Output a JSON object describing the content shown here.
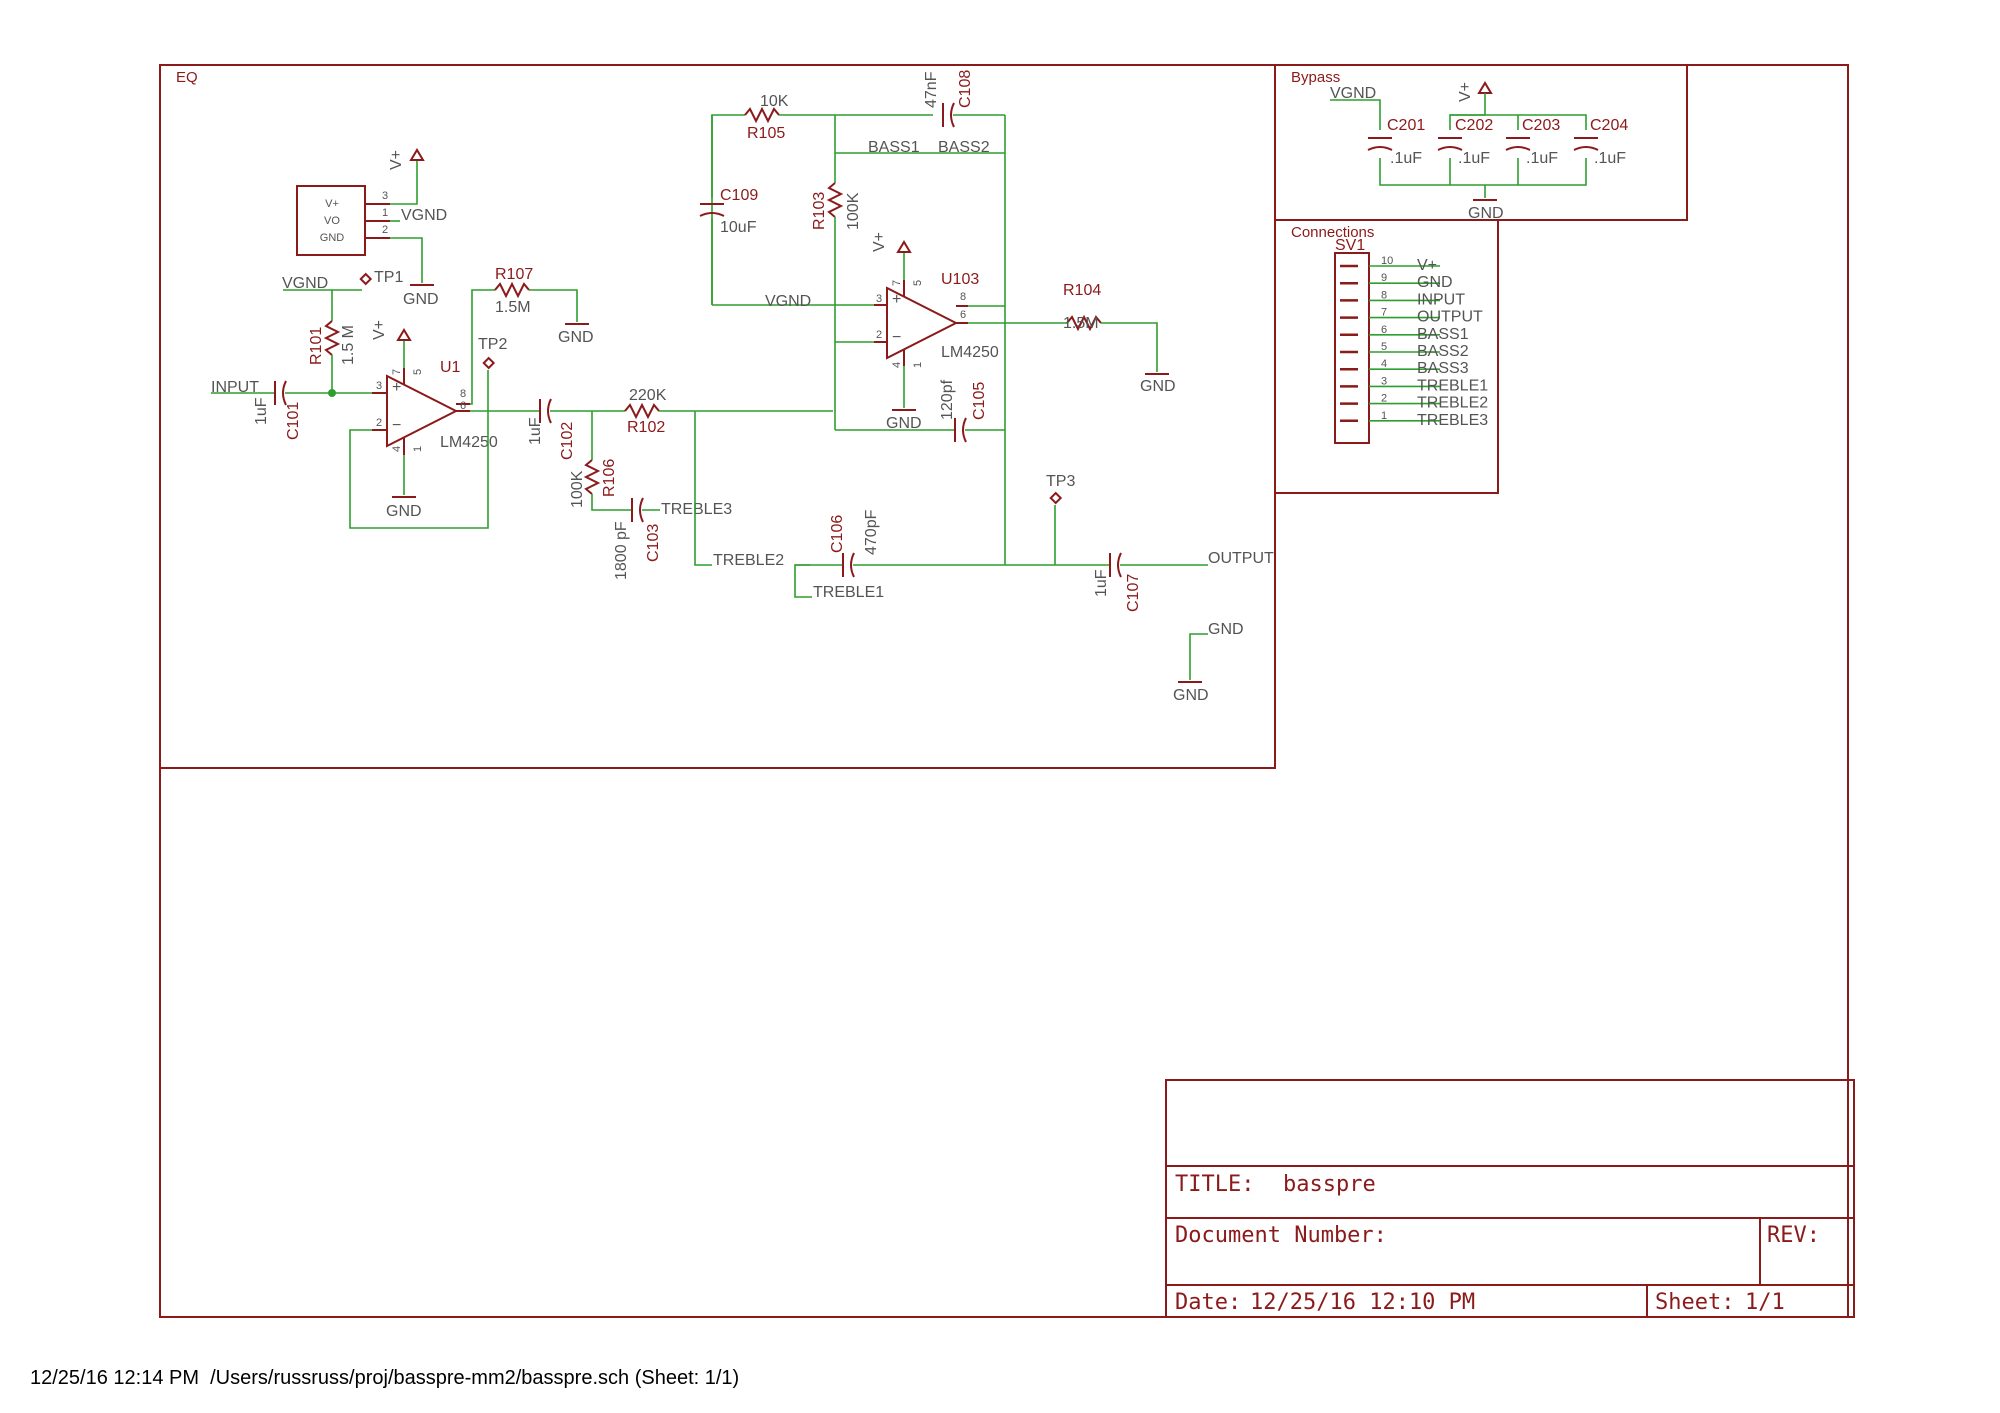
{
  "sections": {
    "eq": "EQ",
    "bypass": "Bypass",
    "connections": "Connections"
  },
  "power": {
    "regulator_pins": [
      "V+",
      "VO",
      "GND"
    ],
    "regulator_pin_numbers": [
      "3",
      "1",
      "2"
    ],
    "vgnd": "VGND",
    "vplus": "V+",
    "gnd": "GND"
  },
  "parts": {
    "tp1": "TP1",
    "tp2": "TP2",
    "tp3": "TP3",
    "r101": {
      "name": "R101",
      "value": "1.5 M"
    },
    "r107": {
      "name": "R107",
      "value": "1.5M"
    },
    "r102": {
      "name": "R102",
      "value": "220K"
    },
    "r103": {
      "name": "R103",
      "value": "100K"
    },
    "r104": {
      "name": "R104",
      "value": "1.5M"
    },
    "r105": {
      "name": "R105",
      "value": "10K"
    },
    "r106": {
      "name": "R106",
      "value": "100K"
    },
    "c101": {
      "name": "C101",
      "value": "1uF"
    },
    "c102": {
      "name": "C102",
      "value": "1uF"
    },
    "c103": {
      "name": "C103",
      "value": "1800 pF"
    },
    "c105": {
      "name": "C105",
      "value": "120pf"
    },
    "c106": {
      "name": "C106",
      "value": "470pF"
    },
    "c107": {
      "name": "C107",
      "value": "1uF"
    },
    "c108": {
      "name": "C108",
      "value": "47nF"
    },
    "c109": {
      "name": "C109",
      "value": "10uF"
    },
    "u1": {
      "name": "U1",
      "value": "LM4250"
    },
    "u103": {
      "name": "U103",
      "value": "LM4250"
    }
  },
  "opamp_pins": {
    "u1": [
      "3",
      "2",
      "7",
      "5",
      "8",
      "6",
      "4",
      "1"
    ],
    "u103": [
      "3",
      "2",
      "7",
      "5",
      "8",
      "6",
      "4",
      "1"
    ]
  },
  "nets": {
    "input": "INPUT",
    "output": "OUTPUT",
    "vgnd": "VGND",
    "bass1": "BASS1",
    "bass2": "BASS2",
    "treble1": "TREBLE1",
    "treble2": "TREBLE2",
    "treble3": "TREBLE3"
  },
  "bypass_caps": [
    {
      "name": "C201",
      "value": ".1uF"
    },
    {
      "name": "C202",
      "value": ".1uF"
    },
    {
      "name": "C203",
      "value": ".1uF"
    },
    {
      "name": "C204",
      "value": ".1uF"
    }
  ],
  "connector": {
    "name": "SV1",
    "pins": [
      {
        "num": "10",
        "label": "V+"
      },
      {
        "num": "9",
        "label": "GND"
      },
      {
        "num": "8",
        "label": "INPUT"
      },
      {
        "num": "7",
        "label": "OUTPUT"
      },
      {
        "num": "6",
        "label": "BASS1"
      },
      {
        "num": "5",
        "label": "BASS2"
      },
      {
        "num": "4",
        "label": "BASS3"
      },
      {
        "num": "3",
        "label": "TREBLE1"
      },
      {
        "num": "2",
        "label": "TREBLE2"
      },
      {
        "num": "1",
        "label": "TREBLE3"
      }
    ]
  },
  "titleblock": {
    "title_label": "TITLE:",
    "title": "basspre",
    "docnum_label": "Document Number:",
    "rev_label": "REV:",
    "date_label": "Date:",
    "date": "12/25/16 12:10 PM",
    "sheet_label": "Sheet:",
    "sheet": "1/1"
  },
  "footer": "12/25/16 12:14 PM  /Users/russruss/proj/basspre-mm2/basspre.sch (Sheet: 1/1)"
}
